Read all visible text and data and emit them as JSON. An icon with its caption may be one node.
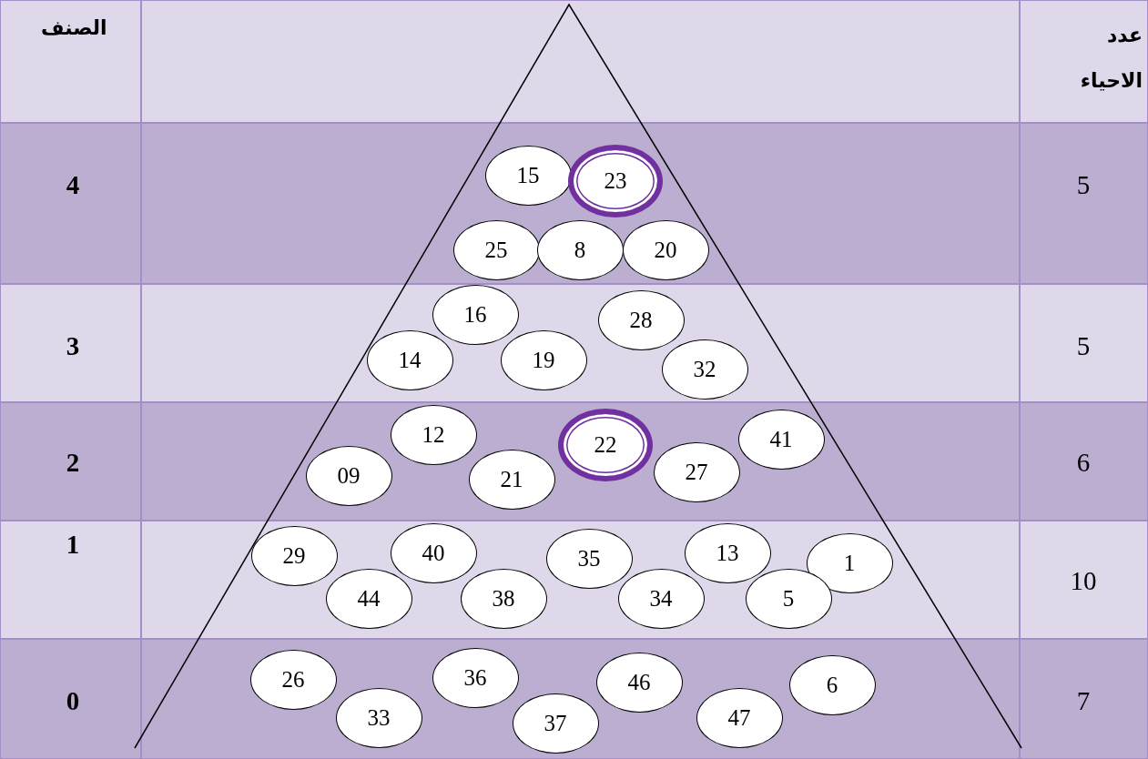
{
  "diagram": {
    "nodes": [
      {
        "text": [
          "15"
        ]
      },
      {
        "text": [
          "23"
        ]
      },
      {
        "text": [
          "25"
        ]
      },
      {
        "text": [
          "8"
        ]
      },
      {
        "text": [
          "20"
        ]
      },
      {
        "text": [
          "16"
        ]
      },
      {
        "text": [
          "28"
        ]
      },
      {
        "text": [
          "14"
        ]
      },
      {
        "text": [
          "19"
        ]
      },
      {
        "text": [
          "32"
        ]
      },
      {
        "text": [
          "12"
        ]
      },
      {
        "text": [
          "22"
        ]
      },
      {
        "text": [
          "41"
        ]
      },
      {
        "text": [
          "09"
        ]
      },
      {
        "text": [
          "21"
        ]
      },
      {
        "text": [
          "27"
        ]
      },
      {
        "text": [
          "29"
        ]
      },
      {
        "text": [
          "40"
        ]
      },
      {
        "text": [
          "35"
        ]
      },
      {
        "text": [
          "13"
        ]
      },
      {
        "text": [
          "1"
        ]
      },
      {
        "text": [
          "44"
        ]
      },
      {
        "text": [
          "38"
        ]
      },
      {
        "text": [
          "34"
        ]
      },
      {
        "text": [
          "5"
        ]
      },
      {
        "text": [
          "26"
        ]
      },
      {
        "text": [
          "36"
        ]
      },
      {
        "text": [
          "46"
        ]
      },
      {
        "text": [
          "6"
        ]
      },
      {
        "text": [
          "33"
        ]
      },
      {
        "text": [
          "37"
        ]
      },
      {
        "text": [
          "47"
        ]
      }
    ],
    "labels": [
      "الصنف",
      "عدد الاحياء",
      "4",
      "5",
      "3",
      "5",
      "2",
      "6",
      "1",
      "10",
      "0",
      "7"
    ]
  }
}
